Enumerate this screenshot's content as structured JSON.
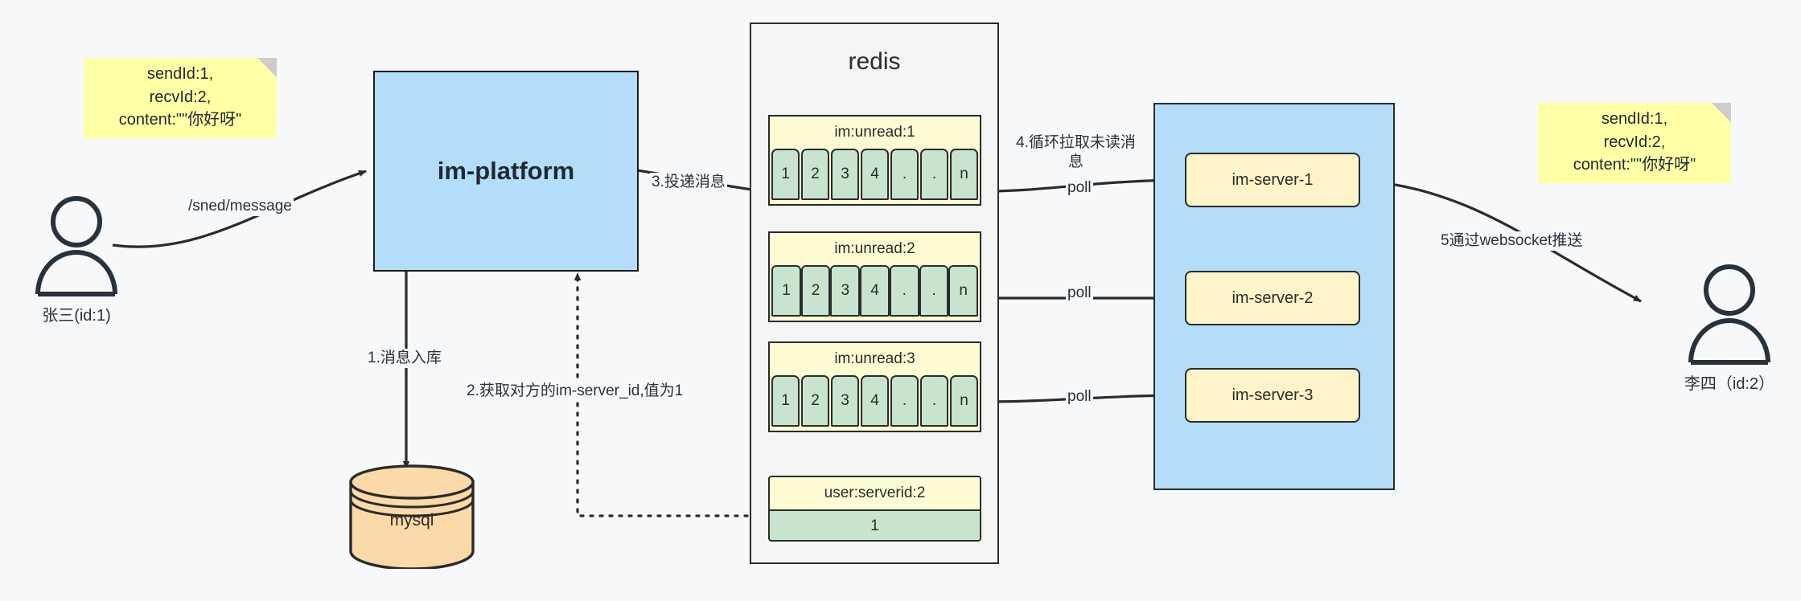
{
  "diagram": {
    "notes": [
      {
        "id": "note-left",
        "text": "sendId:1,\nrecvId:2,\ncontent:\"\"你好呀\""
      },
      {
        "id": "note-right",
        "text": "sendId:1,\nrecvId:2,\ncontent:\"\"你好呀\""
      }
    ],
    "actors": [
      {
        "id": "actor-sender",
        "label": "张三(id:1)"
      },
      {
        "id": "actor-receiver",
        "label": "李四（id:2）"
      }
    ],
    "platform": {
      "label": "im-platform"
    },
    "database": {
      "label": "mysql"
    },
    "redis": {
      "title": "redis",
      "keys": [
        {
          "name": "im:unread:1",
          "cells": [
            "1",
            "2",
            "3",
            "4",
            ".",
            ".",
            "n"
          ]
        },
        {
          "name": "im:unread:2",
          "cells": [
            "1",
            "2",
            "3",
            "4",
            ".",
            ".",
            "n"
          ]
        },
        {
          "name": "im:unread:3",
          "cells": [
            "1",
            "2",
            "3",
            "4",
            ".",
            ".",
            "n"
          ]
        }
      ],
      "kv": {
        "key": "user:serverid:2",
        "value": "1"
      }
    },
    "cluster": {
      "servers": [
        {
          "label": "im-server-1"
        },
        {
          "label": "im-server-2"
        },
        {
          "label": "im-server-3"
        }
      ]
    },
    "edges": [
      {
        "id": "edge-send-message",
        "label": "/sned/message"
      },
      {
        "id": "edge-deliver-message",
        "label": "3.投递消息"
      },
      {
        "id": "edge-store-message",
        "label": "1.消息入库"
      },
      {
        "id": "edge-get-serverid",
        "label": "2.获取对方的im-server_id,值为1"
      },
      {
        "id": "edge-poll-loop",
        "label": "4.循环拉取未读消息"
      },
      {
        "id": "edge-poll-1",
        "label": "poll"
      },
      {
        "id": "edge-poll-2",
        "label": "poll"
      },
      {
        "id": "edge-poll-3",
        "label": "poll"
      },
      {
        "id": "edge-websocket-push",
        "label": "5通过websocket推送"
      }
    ],
    "colors": {
      "note": "#ffffa6",
      "platform": "#b3ddf9",
      "redis_bg": "#f4f4f4",
      "key_header": "#fdfbd4",
      "cell": "#c9e4ce",
      "server": "#fdf5c9",
      "db": "#fcd9a8",
      "stroke": "#2b2b2b"
    }
  }
}
